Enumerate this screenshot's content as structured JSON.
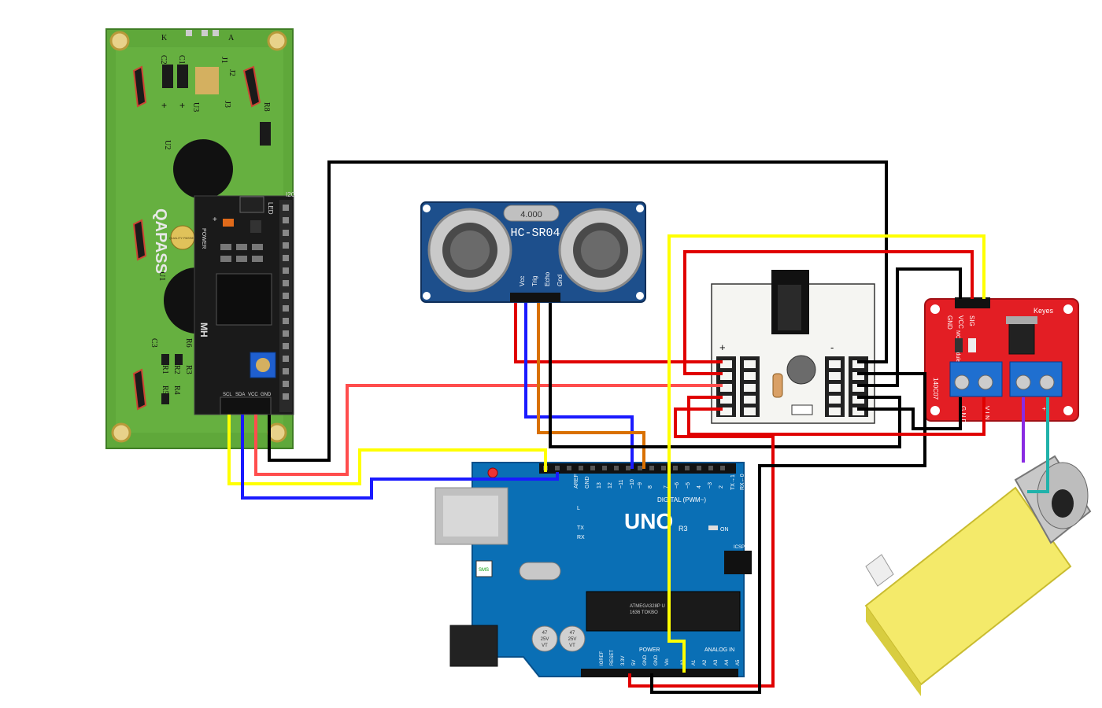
{
  "lcd": {
    "brand": "QAPASS",
    "pcb_labels": [
      "K",
      "A",
      "C2",
      "C1",
      "J1",
      "J2",
      "J3",
      "U3",
      "R8",
      "U2",
      "U1",
      "C3",
      "R6",
      "R1",
      "R2",
      "R3",
      "R5",
      "R4"
    ],
    "pcb_signs": [
      "+",
      "+"
    ],
    "seal_text": "QUALITY PASSED"
  },
  "i2c_module": {
    "board_label": "I2C",
    "led_label": "LED",
    "power_label": "POWER",
    "power_sign": "+",
    "maker_label": "MH",
    "pins": [
      "SCL",
      "SDA",
      "VCC",
      "GND"
    ]
  },
  "ultrasonic": {
    "model": "HC-SR04",
    "crystal": "4.000",
    "pins": [
      "Vcc",
      "Trig",
      "Echo",
      "Gnd"
    ]
  },
  "breadboard": {
    "left_sign": "+",
    "right_sign": "-"
  },
  "mos_module": {
    "title": "MOS Module",
    "brand": "Keyes",
    "part": "140C07",
    "header_pins": [
      "GND",
      "VCC",
      "SIG"
    ],
    "input_terminals": [
      "G N D",
      "V I N"
    ],
    "output_terminals": [
      "-",
      "+"
    ]
  },
  "arduino": {
    "model": "UNO",
    "revision": "R3",
    "header_top_labels": [
      "AREF",
      "GND",
      "13",
      "12",
      "~11",
      "~10",
      "~9",
      "8",
      "7",
      "~6",
      "~5",
      "4",
      "~3",
      "2",
      "TX→1",
      "RX←0"
    ],
    "digital_label": "DIGITAL (PWM~)",
    "power_label": "POWER",
    "analog_label": "ANALOG IN",
    "power_pins": [
      "IOREF",
      "RESET",
      "3.3V",
      "5V",
      "GND",
      "GND",
      "Vin"
    ],
    "analog_pins": [
      "A0",
      "A1",
      "A2",
      "A3",
      "A4",
      "A5"
    ],
    "on_label": "ON",
    "tx_label": "TX",
    "rx_label": "RX",
    "l_label": "L",
    "icsp_label": "ICSP",
    "chip_text": [
      "ATMEGA328P U",
      "1636 TOKBO"
    ],
    "cap_labels": [
      "47",
      "25V",
      "VT"
    ],
    "crystal_label": "SMS"
  },
  "wire_colors": {
    "black": "#000000",
    "red": "#e00000",
    "light_red": "#ff4d4d",
    "yellow": "#ffff00",
    "blue": "#1a1aff",
    "orange": "#d97000",
    "purple": "#8a2be2",
    "teal": "#20b2aa"
  },
  "board_colors": {
    "lcd_green": "#5fa83a",
    "arduino_blue": "#0a6fb5",
    "ultrasonic_blue": "#1d4f8c",
    "mos_red": "#e31e24",
    "motor_yellow": "#f4ea6a"
  }
}
